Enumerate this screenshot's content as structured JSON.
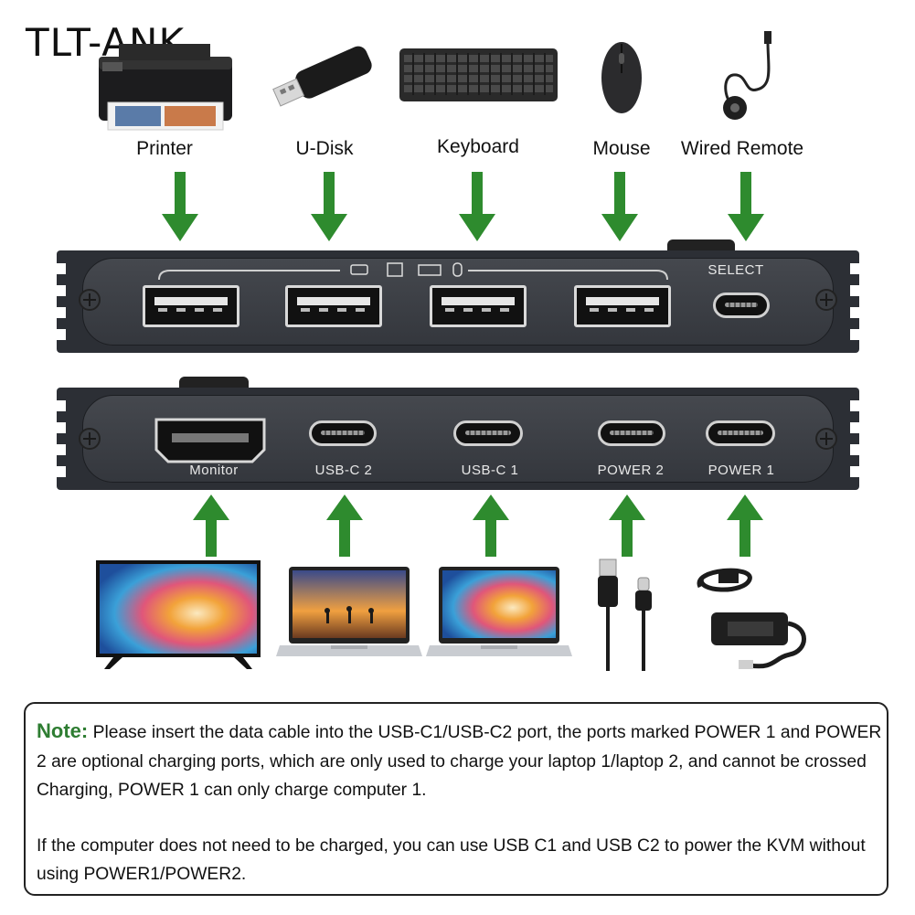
{
  "brand": "TLT-ANK",
  "colors": {
    "arrow": "#2e8b2e",
    "note_title": "#2e7d32",
    "panel": "#2c2f35"
  },
  "top_devices": [
    {
      "label": "Printer",
      "icon": "printer-icon"
    },
    {
      "label": "U-Disk",
      "icon": "usb-drive-icon"
    },
    {
      "label": "Keyboard",
      "icon": "keyboard-icon"
    },
    {
      "label": "Mouse",
      "icon": "mouse-icon"
    },
    {
      "label": "Wired Remote",
      "icon": "wired-remote-icon"
    }
  ],
  "top_panel": {
    "select_label": "SELECT"
  },
  "bottom_panel": {
    "ports": [
      {
        "label": "Monitor",
        "type": "hdmi"
      },
      {
        "label": "USB-C 2",
        "type": "usb-c"
      },
      {
        "label": "USB-C 1",
        "type": "usb-c"
      },
      {
        "label": "POWER 2",
        "type": "usb-c"
      },
      {
        "label": "POWER 1",
        "type": "usb-c"
      }
    ]
  },
  "bottom_devices": [
    {
      "icon": "tv-icon"
    },
    {
      "icon": "laptop-icon"
    },
    {
      "icon": "laptop-icon"
    },
    {
      "icon": "usb-cable-icon"
    },
    {
      "icon": "power-adapter-icon"
    }
  ],
  "note": {
    "title": "Note:",
    "paragraph1": "Please insert the data cable into the USB-C1/USB-C2 port, the ports marked POWER 1 and POWER 2 are optional charging ports, which are only used to charge your laptop 1/laptop 2, and cannot be crossed Charging, POWER 1 can only charge computer 1.",
    "paragraph2": "If the computer does not need to be charged, you can use USB C1 and USB C2 to power the KVM without using POWER1/POWER2."
  }
}
